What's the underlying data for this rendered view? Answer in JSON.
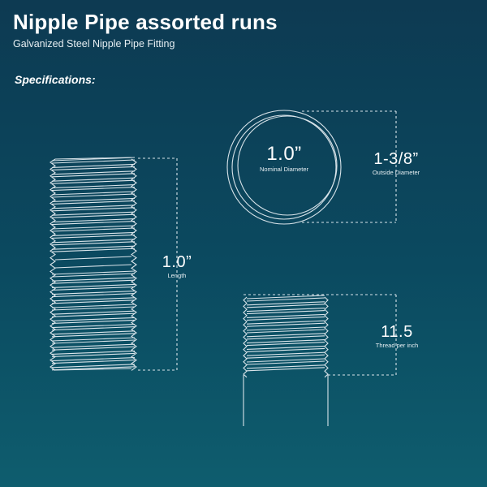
{
  "header": {
    "title": "Nipple Pipe assorted runs",
    "subtitle": "Galvanized Steel Nipple Pipe Fitting",
    "spec_heading": "Specifications:"
  },
  "specs": {
    "length": {
      "value": "1.0”",
      "caption": "Length"
    },
    "nominal_diameter": {
      "value": "1.0”",
      "caption": "Nominal Diameter"
    },
    "outside_diameter": {
      "value": "1-3/8”",
      "caption": "Outside Diameter"
    },
    "threads": {
      "value": "11.5",
      "caption": "Thread per inch"
    }
  },
  "colors": {
    "background_top": "#0d3a52",
    "background_bottom": "#0e5d6e",
    "line": "#d9e4ea"
  }
}
